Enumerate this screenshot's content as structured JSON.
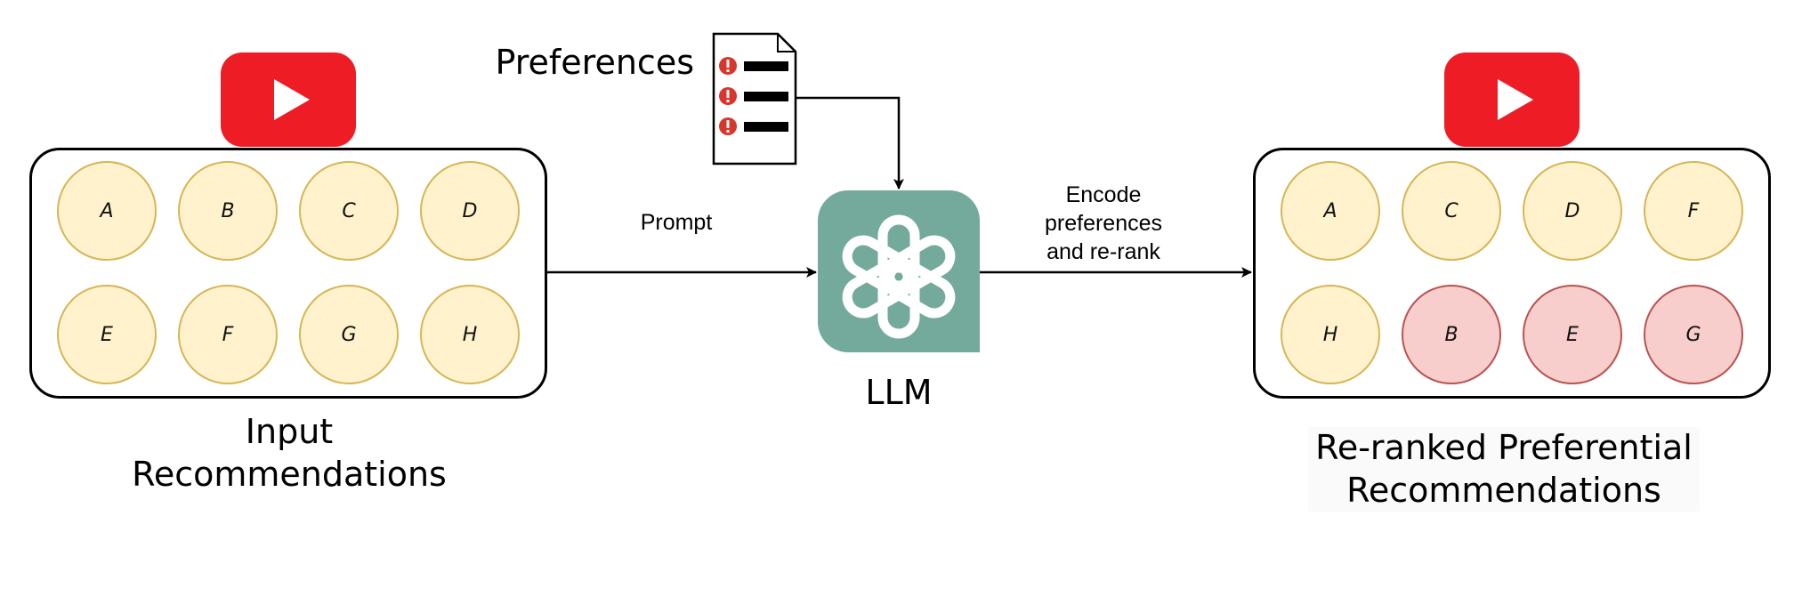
{
  "preferences_label": "Preferences",
  "prompt_label": "Prompt",
  "llm_label": "LLM",
  "encode_label": [
    "Encode",
    "preferences",
    "and re-rank"
  ],
  "input_title": [
    "Input",
    "Recommendations"
  ],
  "output_title": [
    "Re-ranked Preferential",
    "Recommendations"
  ],
  "input_items": [
    "A",
    "B",
    "C",
    "D",
    "E",
    "F",
    "G",
    "H"
  ],
  "output_items": [
    {
      "label": "A",
      "state": "kept"
    },
    {
      "label": "C",
      "state": "kept"
    },
    {
      "label": "D",
      "state": "kept"
    },
    {
      "label": "F",
      "state": "kept"
    },
    {
      "label": "H",
      "state": "kept"
    },
    {
      "label": "B",
      "state": "demoted"
    },
    {
      "label": "E",
      "state": "demoted"
    },
    {
      "label": "G",
      "state": "demoted"
    }
  ],
  "colors": {
    "kept_fill": "#fff2cc",
    "kept_stroke": "#d6b656",
    "demoted_fill": "#f8cecc",
    "demoted_stroke": "#b85450",
    "youtube_red": "#ee1c25",
    "llm_green": "#74aa9c",
    "alert_red": "#d9362b"
  },
  "icons": {
    "platform": "youtube-play-icon",
    "llm": "openai-logo-icon",
    "preferences": "document-list-icon"
  }
}
